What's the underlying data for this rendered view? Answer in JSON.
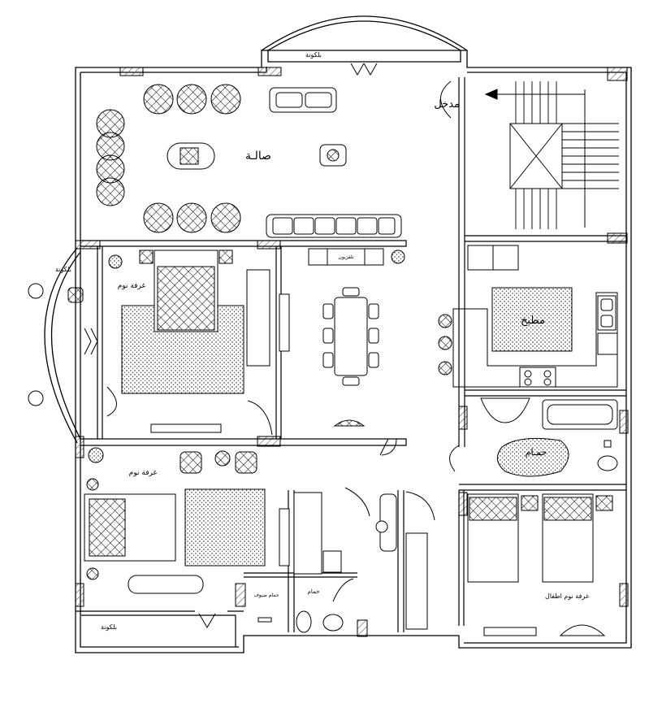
{
  "colors": {
    "line": "#000000",
    "background": "#ffffff",
    "hatch": "#9a9a9a"
  },
  "labels": {
    "living_hall": "صالـة",
    "entrance": "مدخل",
    "kitchen": "مطبخ",
    "bathroom_upper": "حمـام",
    "bathroom_lower": "حمام",
    "master_bedroom": "غرفة نوم",
    "bedroom_left": "غرفة نوم",
    "kids_bedroom": "غرفة نوم اطفال",
    "balcony_top": "بلكونة",
    "balcony_left": "بلكونة",
    "balcony_bottom": "بلكونة",
    "guest_wc": "حمام ضيوف",
    "tv_unit": "تلفزيون"
  },
  "icons": [
    "up-arrow-icon",
    "sofa-icon",
    "armchair-icon",
    "bed-icon",
    "dining-table-icon",
    "stove-icon",
    "sink-icon",
    "toilet-icon",
    "bathtub-icon",
    "plant-icon",
    "wardrobe-icon",
    "carpet-icon"
  ]
}
